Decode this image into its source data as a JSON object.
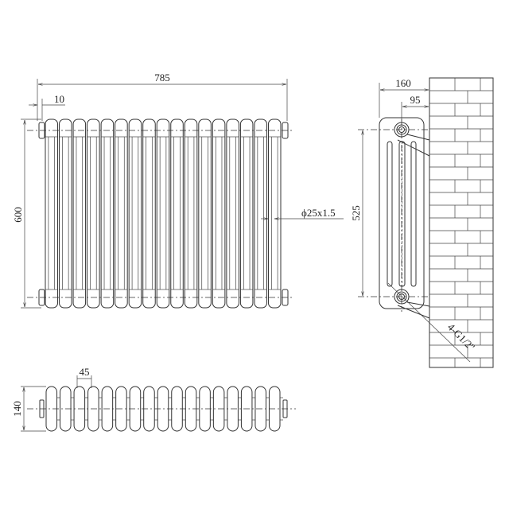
{
  "front_view": {
    "section_count": 17,
    "width_dim": "785",
    "offset_dim": "10",
    "height_dim": "600",
    "tube_dim": "ϕ25x1.5"
  },
  "side_view": {
    "depth_dim": "160",
    "centre_dim": "95",
    "centres_dim": "525",
    "connection_label": "4-G1/2\""
  },
  "plan_view": {
    "section_pitch_dim": "45",
    "depth_dim": "140"
  },
  "colors": {
    "line": "#333333",
    "background": "#ffffff"
  }
}
